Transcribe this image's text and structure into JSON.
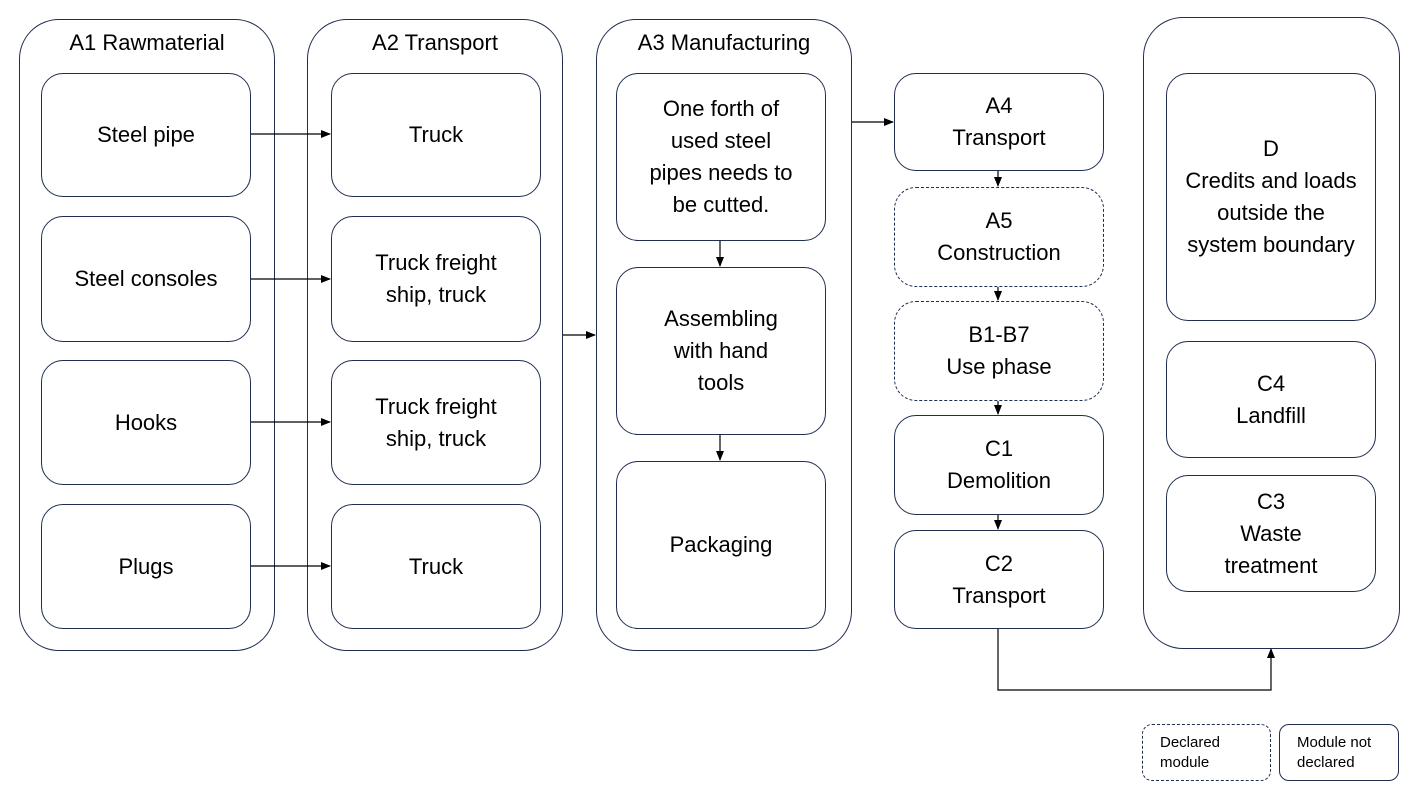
{
  "groups": {
    "a1": {
      "title": "A1 Rawmaterial",
      "items": [
        "Steel pipe",
        "Steel consoles",
        "Hooks",
        "Plugs"
      ]
    },
    "a2": {
      "title": "A2 Transport",
      "items": [
        "Truck",
        "Truck freight\nship, truck",
        "Truck freight\nship, truck",
        "Truck"
      ]
    },
    "a3": {
      "title": "A3 Manufacturing",
      "items": [
        "One forth of\nused steel\npipes needs to\nbe cutted.",
        "Assembling\nwith hand\ntools",
        "Packaging"
      ]
    },
    "end": {
      "items": [
        "D\nCredits and loads\noutside the\nsystem boundary",
        "C4\nLandfill",
        "C3\nWaste\ntreatment"
      ]
    }
  },
  "chain": [
    {
      "label": "A4\nTransport",
      "style": "solid"
    },
    {
      "label": "A5\nConstruction",
      "style": "dashed"
    },
    {
      "label": "B1-B7\nUse phase",
      "style": "dashed"
    },
    {
      "label": "C1\nDemolition",
      "style": "solid"
    },
    {
      "label": "C2\nTransport",
      "style": "solid"
    }
  ],
  "legend": {
    "declared": "Declared\nmodule",
    "not_declared": "Module not\ndeclared"
  }
}
